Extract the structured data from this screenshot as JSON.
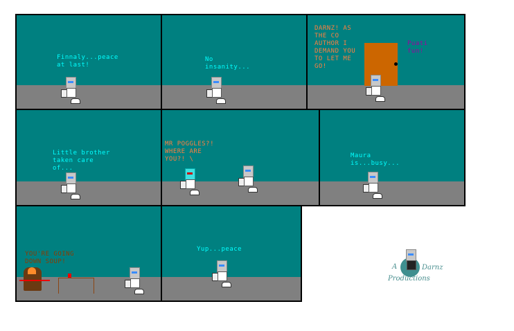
{
  "panels": [
    {
      "speech": "Finnaly...peace\nat last!"
    },
    {
      "speech": "No\ninsanity..."
    },
    {
      "speech": "DARNZ! AS\nTHE CO\nAUTHOR  I\nDEMAND YOU\nTO LET ME\nGO!",
      "reply": "Puati\nfun!"
    },
    {
      "speech": "Little brother\ntaken care\nof..."
    },
    {
      "speech": "MR POGGLES?!\nWHERE ARE\nYOU?! \\"
    },
    {
      "speech": "Maura\nis...busy..."
    },
    {
      "speech": "YOU'RE GOING\nDOWN SOUP!"
    },
    {
      "speech": "Yup...peace"
    }
  ],
  "credit": {
    "a": "A",
    "name": "Darnz",
    "productions": "Productions"
  },
  "colors": {
    "sky": "#008080",
    "floor": "#808080",
    "speech": "#00ffff",
    "shout": "#ff7f3f",
    "door": "#cc6600"
  }
}
